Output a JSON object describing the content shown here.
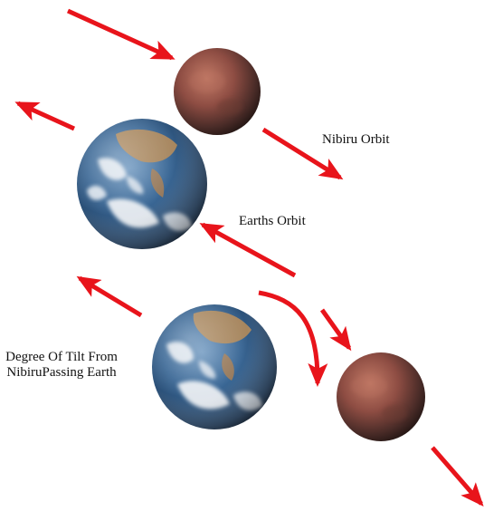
{
  "labels": {
    "nibiru_orbit": "Nibiru Orbit",
    "earths_orbit": "Earths Orbit",
    "tilt": "Degree Of Tilt From NibiruPassing Earth"
  },
  "objects": [
    {
      "name": "nibiru-planet",
      "kind": "nibiru"
    },
    {
      "name": "earth-globe",
      "kind": "earth"
    },
    {
      "name": "earth-globe",
      "kind": "earth"
    },
    {
      "name": "nibiru-planet",
      "kind": "nibiru"
    }
  ],
  "colors": {
    "arrow": "#e8141b",
    "nibiru_light": "#b56a5a",
    "nibiru_dark": "#3a2622",
    "ocean": "#2f5f8e",
    "ocean_dark": "#12263f",
    "land": "#b08a5a",
    "cloud": "#f4f6f8",
    "label_text": "#111111"
  }
}
